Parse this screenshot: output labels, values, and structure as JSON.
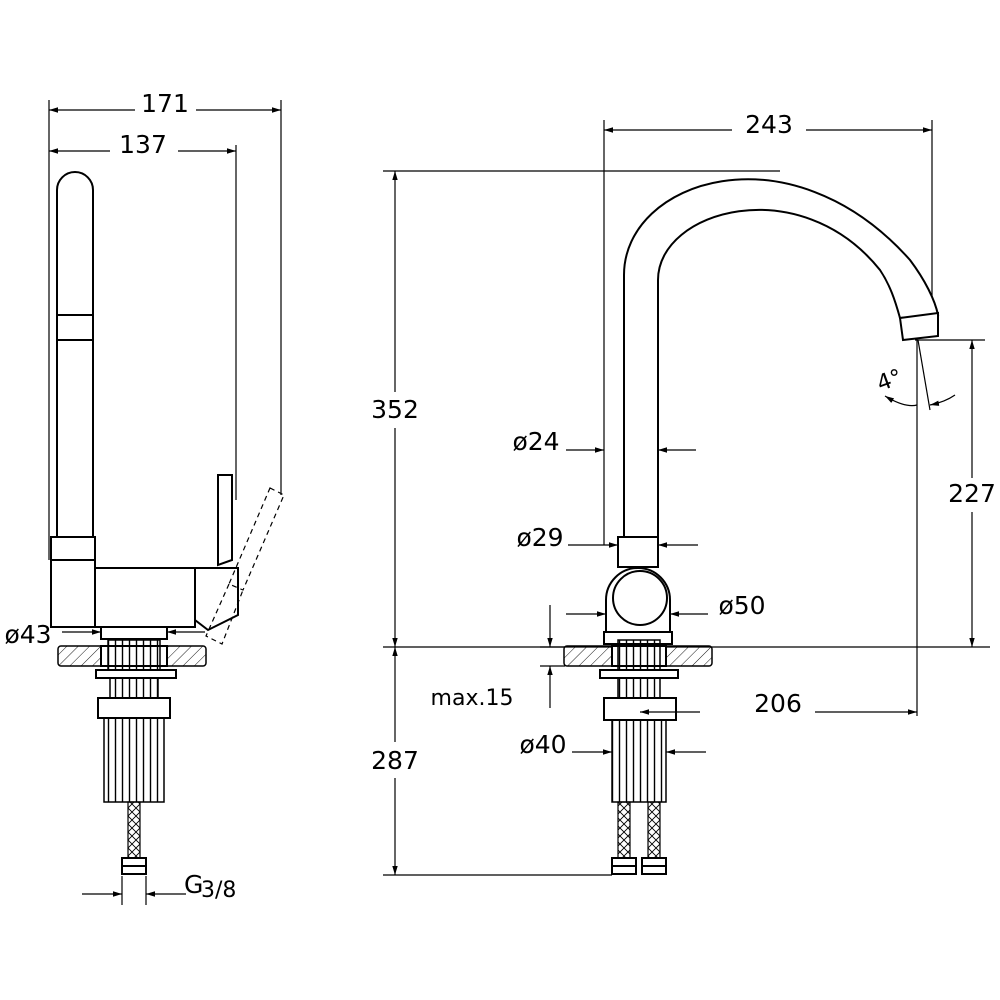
{
  "side_view": {
    "dim_overall_width": "171",
    "dim_body_width": "137",
    "dim_base_diameter": "ø43",
    "dim_thread_main": "G",
    "dim_thread_fraction": "3/8"
  },
  "front_view": {
    "dim_spout_reach_overall": "243",
    "dim_total_height": "352",
    "dim_outlet_height": "227",
    "dim_spout_diameter": "ø24",
    "dim_collar_diameter": "ø29",
    "dim_body_diameter": "ø50",
    "dim_deck_thickness": "max.15",
    "dim_spout_reach": "206",
    "dim_shank_diameter": "ø40",
    "dim_below_deck": "287",
    "dim_spray_angle": "4°"
  },
  "colors": {
    "line": "#000000",
    "background": "#ffffff"
  }
}
